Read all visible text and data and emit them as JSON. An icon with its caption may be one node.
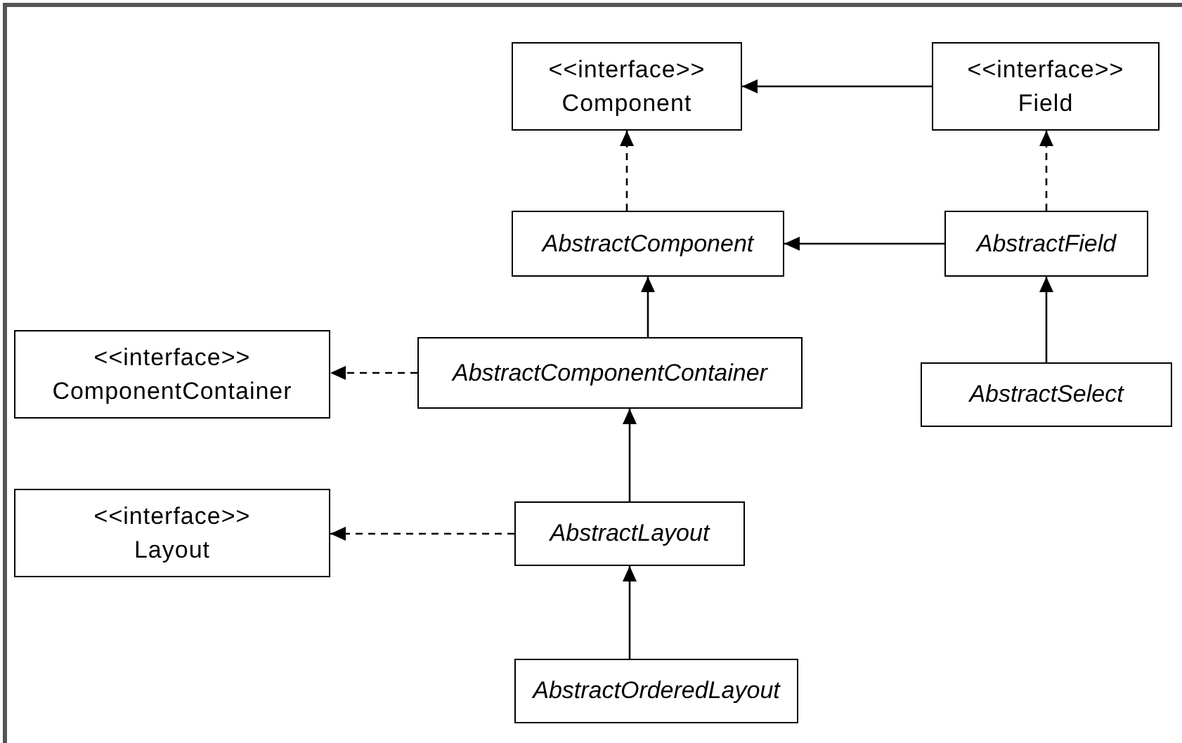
{
  "diagram": {
    "nodes": [
      {
        "text": [
          "<<interface>>",
          "Component"
        ]
      },
      {
        "text": [
          "<<interface>>",
          "Field"
        ]
      },
      {
        "text": [
          "AbstractComponent"
        ]
      },
      {
        "text": [
          "AbstractField"
        ]
      },
      {
        "text": [
          "<<interface>>",
          "ComponentContainer"
        ]
      },
      {
        "text": [
          "AbstractComponentContainer"
        ]
      },
      {
        "text": [
          "AbstractSelect"
        ]
      },
      {
        "text": [
          "<<interface>>",
          "Layout"
        ]
      },
      {
        "text": [
          "AbstractLayout"
        ]
      },
      {
        "text": [
          "AbstractOrderedLayout"
        ]
      }
    ],
    "edges": [
      {
        "from": 1,
        "to": 0,
        "arrow": "to"
      },
      {
        "from": 2,
        "to": 0,
        "arrow": "to",
        "style": "dashed"
      },
      {
        "from": 3,
        "to": 1,
        "arrow": "to",
        "style": "dashed"
      },
      {
        "from": 3,
        "to": 2,
        "arrow": "to"
      },
      {
        "from": 5,
        "to": 2,
        "arrow": "to"
      },
      {
        "from": 6,
        "to": 3,
        "arrow": "to"
      },
      {
        "from": 5,
        "to": 4,
        "arrow": "to",
        "style": "dashed"
      },
      {
        "from": 8,
        "to": 5,
        "arrow": "to"
      },
      {
        "from": 8,
        "to": 7,
        "arrow": "to",
        "style": "dashed"
      },
      {
        "from": 9,
        "to": 8,
        "arrow": "to"
      }
    ]
  }
}
